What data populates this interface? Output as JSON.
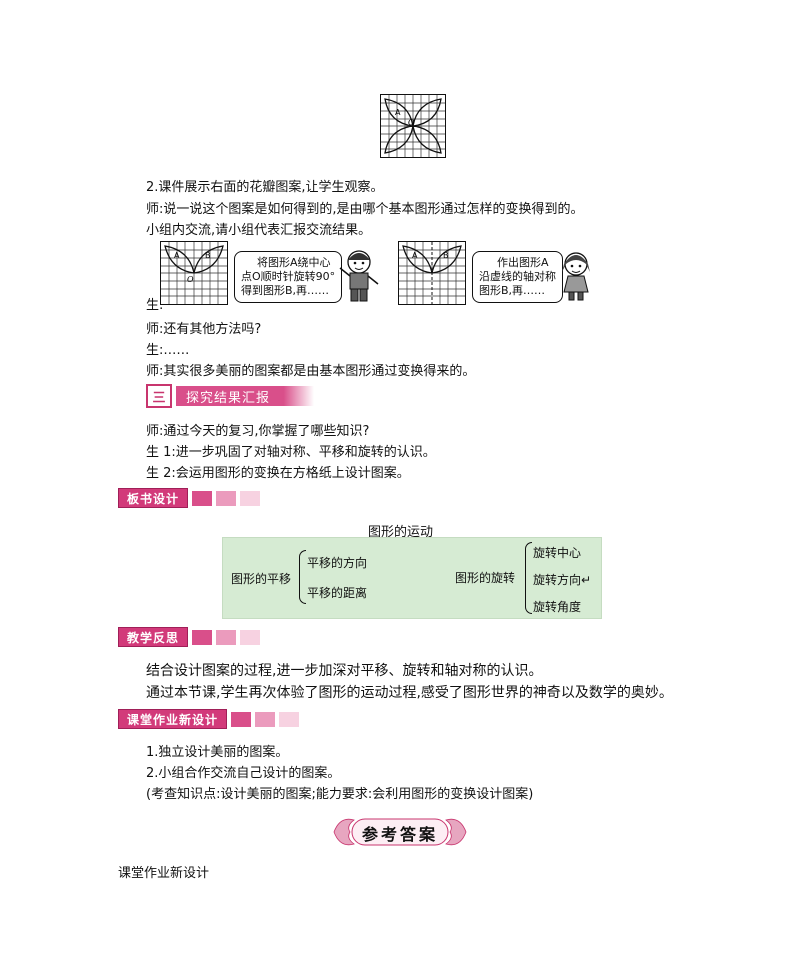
{
  "figure_labels": {
    "a": "A",
    "b": "B",
    "o": "O"
  },
  "lines": {
    "l1": "2.课件展示右面的花瓣图案,让学生观察。",
    "l2": "师:说一说这个图案是如何得到的,是由哪个基本图形通过怎样的变换得到的。",
    "l3": "小组内交流,请小组代表汇报交流结果。",
    "sheng": "生:",
    "l4": "师:还有其他方法吗?",
    "l5": "生:……",
    "l6": "师:其实很多美丽的图案都是由基本图形通过变换得来的。",
    "l7": "师:通过今天的复习,你掌握了哪些知识?",
    "l8": "生 1:进一步巩固了对轴对称、平移和旋转的认识。",
    "l9": "生 2:会运用图形的变换在方格纸上设计图案。",
    "r1": "结合设计图案的过程,进一步加深对平移、旋转和轴对称的认识。",
    "r2": "通过本节课,学生再次体验了图形的运动过程,感受了图形世界的神奇以及数学的奥妙。",
    "h1": "1.独立设计美丽的图案。",
    "h2": "2.小组合作交流自己设计的图案。",
    "h3": "(考查知识点:设计美丽的图案;能力要求:会利用图形的变换设计图案)",
    "footer": "课堂作业新设计"
  },
  "bubbles": {
    "left": [
      "将图形A绕中心",
      "点O顺时针旋转90°",
      "得到图形B,再……"
    ],
    "right": [
      "作出图形A",
      "沿虚线的轴对称",
      "图形B,再……"
    ]
  },
  "section3": {
    "num": "三",
    "title": "探究结果汇报"
  },
  "tags": {
    "board": "板书设计",
    "reflect": "教学反思",
    "homework": "课堂作业新设计"
  },
  "board": {
    "title": "图形的运动",
    "left_root": "图形的平移",
    "left_items": [
      "平移的方向",
      "平移的距离"
    ],
    "right_root": "图形的旋转",
    "right_items": [
      "旋转中心",
      "旋转方向↵",
      "旋转角度"
    ]
  },
  "answer_title": "参考答案",
  "colors": {
    "accent": "#d23a7a",
    "sq1": "#d94f8a",
    "sq2": "#eb9bbd",
    "sq3": "#f7d2e1",
    "board_bg": "#d6ebd3"
  }
}
